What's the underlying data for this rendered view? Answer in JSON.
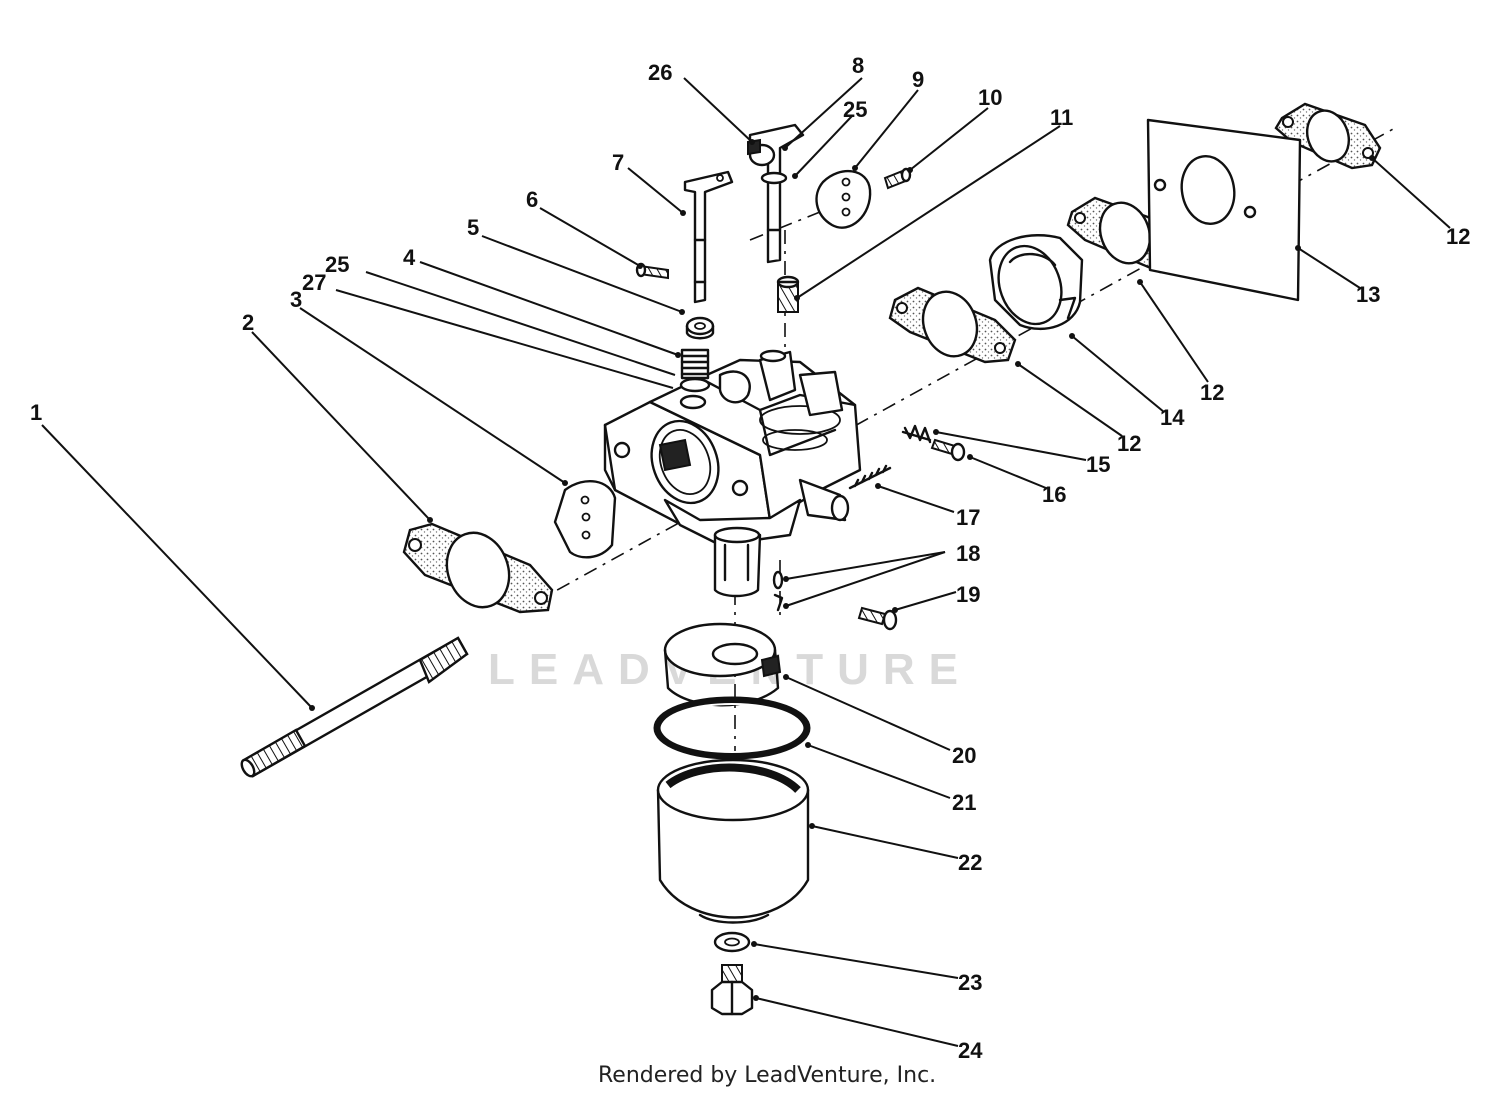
{
  "watermark": "LEADVENTURE",
  "credit": "Rendered by LeadVenture, Inc.",
  "colors": {
    "ink": "#111111",
    "background": "#ffffff",
    "watermark": "#d9d9d9"
  },
  "callouts": [
    "1",
    "2",
    "3",
    "4",
    "5",
    "6",
    "7",
    "8",
    "9",
    "10",
    "11",
    "12",
    "13",
    "14",
    "15",
    "16",
    "17",
    "18",
    "19",
    "20",
    "21",
    "22",
    "23",
    "24",
    "25",
    "26",
    "27"
  ]
}
